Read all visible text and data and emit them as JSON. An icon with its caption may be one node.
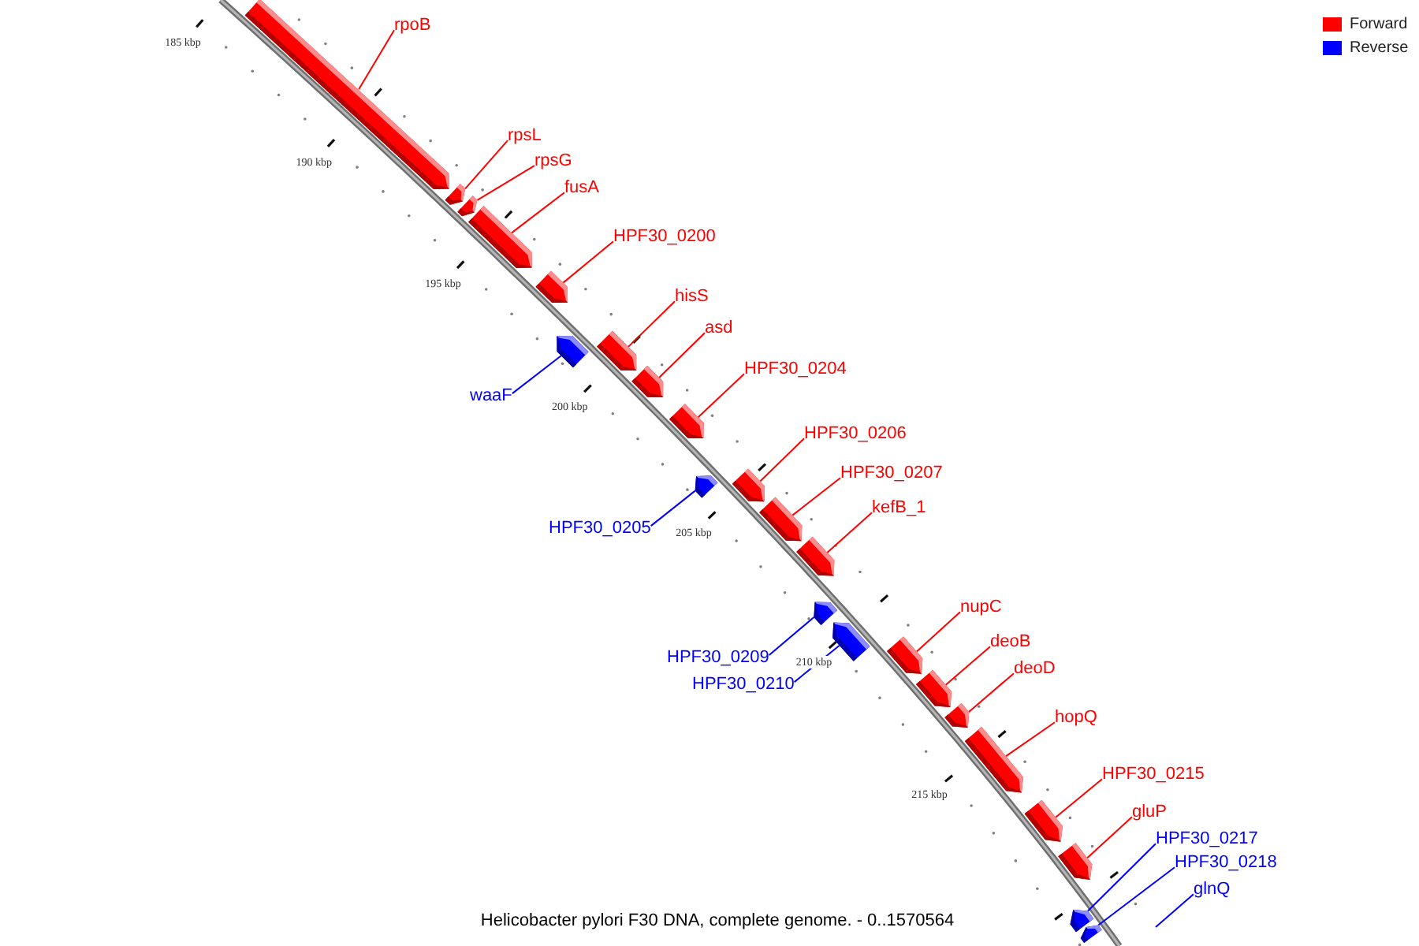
{
  "diagram": {
    "caption": "Helicobacter pylori F30 DNA, complete genome. - 0..1570564",
    "nodes": [
      {
        "text": [
          "rpoB"
        ]
      },
      {
        "text": [],
        "shape": "box"
      },
      {
        "text": [
          "rpsL"
        ]
      },
      {
        "text": [],
        "shape": "box"
      },
      {
        "text": [
          "rpsG"
        ]
      },
      {
        "text": [],
        "shape": "box"
      },
      {
        "text": [
          "fusA"
        ]
      },
      {
        "text": [],
        "shape": "box"
      },
      {
        "text": [
          "HPF30_0200"
        ]
      },
      {
        "text": [],
        "shape": "box"
      },
      {
        "text": [
          "waaF"
        ]
      },
      {
        "text": [],
        "shape": "box"
      },
      {
        "text": [
          "hisS"
        ]
      },
      {
        "text": [],
        "shape": "box"
      },
      {
        "text": [
          "asd"
        ]
      },
      {
        "text": [],
        "shape": "box"
      },
      {
        "text": [
          "HPF30_0204"
        ]
      },
      {
        "text": [],
        "shape": "box"
      },
      {
        "text": [
          "HPF30_0205"
        ]
      },
      {
        "text": [],
        "shape": "box"
      },
      {
        "text": [
          "HPF30_0206"
        ]
      },
      {
        "text": [],
        "shape": "box"
      },
      {
        "text": [
          "HPF30_0207"
        ]
      },
      {
        "text": [],
        "shape": "box"
      },
      {
        "text": [
          "kefB_1"
        ]
      },
      {
        "text": [],
        "shape": "box"
      },
      {
        "text": [
          "HPF30_0209"
        ]
      },
      {
        "text": [],
        "shape": "box"
      },
      {
        "text": [
          "HPF30_0210"
        ]
      },
      {
        "text": [],
        "shape": "box"
      },
      {
        "text": [
          "nupC"
        ]
      },
      {
        "text": [],
        "shape": "box"
      },
      {
        "text": [
          "deoB"
        ]
      },
      {
        "text": [],
        "shape": "box"
      },
      {
        "text": [
          "deoD"
        ]
      },
      {
        "text": [],
        "shape": "box"
      },
      {
        "text": [
          "hopQ"
        ]
      },
      {
        "text": [],
        "shape": "box"
      },
      {
        "text": [
          "HPF30_0215"
        ]
      },
      {
        "text": [],
        "shape": "box"
      },
      {
        "text": [
          "gluP"
        ]
      },
      {
        "text": [],
        "shape": "box"
      },
      {
        "text": [
          "HPF30_0217"
        ]
      },
      {
        "text": [],
        "shape": "box"
      },
      {
        "text": [
          "HPF30_0218"
        ]
      },
      {
        "text": [],
        "shape": "box"
      },
      {
        "text": [
          "glnQ"
        ]
      }
    ],
    "edges": [
      {
        "from": 0,
        "to": 1,
        "arrow": "none"
      },
      {
        "from": 2,
        "to": 3,
        "arrow": "none"
      },
      {
        "from": 4,
        "to": 5,
        "arrow": "none"
      },
      {
        "from": 6,
        "to": 7,
        "arrow": "none"
      },
      {
        "from": 8,
        "to": 9,
        "arrow": "none"
      },
      {
        "from": 10,
        "to": 11,
        "arrow": "none",
        "color": "#0000ff"
      },
      {
        "from": 12,
        "to": 13,
        "arrow": "none"
      },
      {
        "from": 14,
        "to": 15,
        "arrow": "none"
      },
      {
        "from": 16,
        "to": 17,
        "arrow": "none"
      },
      {
        "from": 18,
        "to": 19,
        "arrow": "none",
        "color": "#0000ff"
      },
      {
        "from": 20,
        "to": 21,
        "arrow": "none"
      },
      {
        "from": 22,
        "to": 23,
        "arrow": "none"
      },
      {
        "from": 24,
        "to": 25,
        "arrow": "none"
      },
      {
        "from": 26,
        "to": 27,
        "arrow": "none",
        "color": "#0000ff"
      },
      {
        "from": 28,
        "to": 29,
        "arrow": "none",
        "color": "#0000ff"
      },
      {
        "from": 30,
        "to": 31,
        "arrow": "none"
      },
      {
        "from": 32,
        "to": 33,
        "arrow": "none"
      },
      {
        "from": 34,
        "to": 35,
        "arrow": "none"
      },
      {
        "from": 36,
        "to": 37,
        "arrow": "none"
      },
      {
        "from": 38,
        "to": 39,
        "arrow": "none"
      },
      {
        "from": 40,
        "to": 41,
        "arrow": "none"
      },
      {
        "from": 42,
        "to": 43,
        "arrow": "none",
        "color": "#0000ff"
      },
      {
        "from": 44,
        "to": 45,
        "arrow": "none",
        "color": "#0000ff"
      },
      {
        "from": 46,
        "to": null,
        "arrow": "none",
        "color": "#0000ff"
      }
    ],
    "labels": [
      "185 kbp",
      "190 kbp",
      "195 kbp",
      "200 kbp",
      "205 kbp",
      "210 kbp",
      "215 kbp"
    ],
    "legend": [
      {
        "text": "Forward",
        "color": "#ff0000"
      },
      {
        "text": "Reverse",
        "color": "#0000ff"
      }
    ]
  }
}
